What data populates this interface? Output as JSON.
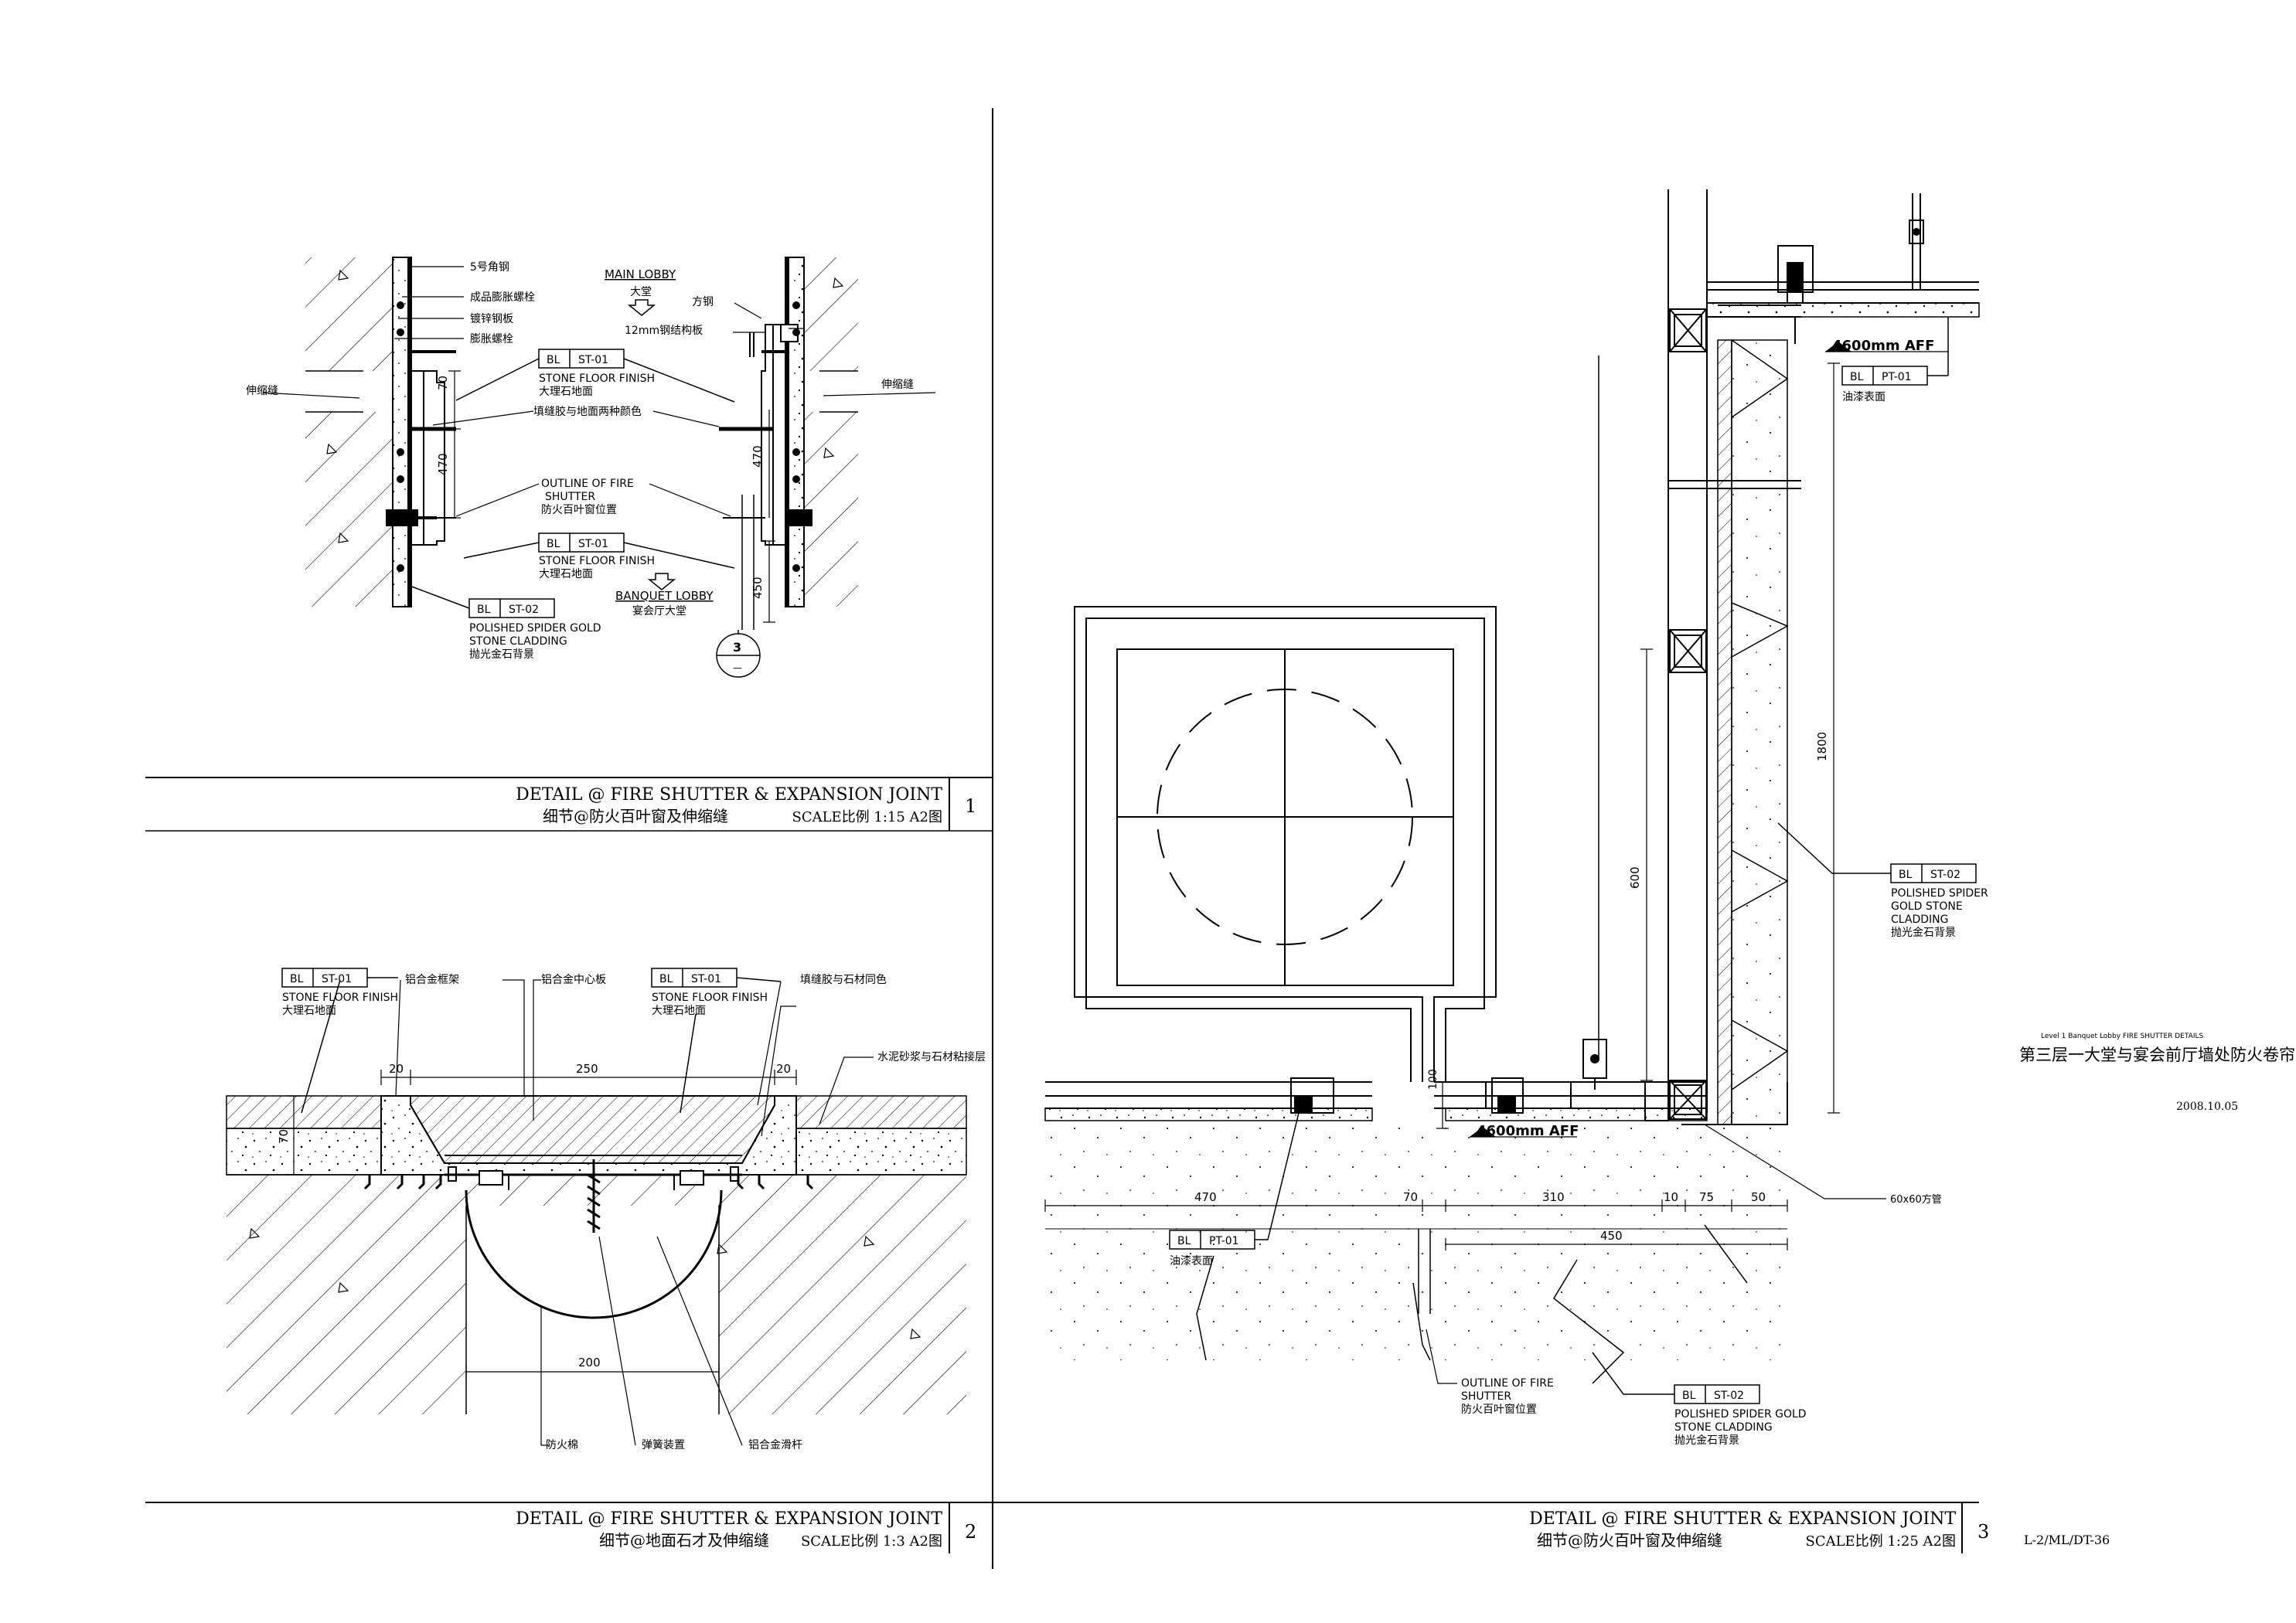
{
  "detail1": {
    "main_lobby_en": "MAIN LOBBY",
    "main_lobby_cn": "大堂",
    "banquet_lobby_en": "BANQUET LOBBY",
    "banquet_lobby_cn": "宴会厅大堂",
    "left_notes": [
      "5号角钢",
      "成品膨胀螺栓",
      "镀锌钢板",
      "膨胀螺栓"
    ],
    "right_note_steel": "方钢",
    "right_note_plate": "12mm钢结构板",
    "expansion_joint_left": "伸缩缝",
    "expansion_joint_right": "伸缩缝",
    "sealant_note": "填缝胶与地面两种颜色",
    "tag1_code": "BL",
    "tag1_ref": "ST-01",
    "tag1_en": "STONE FLOOR FINISH",
    "tag1_cn": "大理石地面",
    "outline_en1": "OUTLINE OF FIRE",
    "outline_en2": "SHUTTER",
    "outline_cn": "防火百叶窗位置",
    "tag2_code": "BL",
    "tag2_ref": "ST-01",
    "tag2_en": "STONE FLOOR FINISH",
    "tag2_cn": "大理石地面",
    "tag3_code": "BL",
    "tag3_ref": "ST-02",
    "tag3_en1": "POLISHED SPIDER GOLD",
    "tag3_en2": "STONE CLADDING",
    "tag3_cn": "抛光金石背景",
    "dim_70": "70",
    "dim_470_l": "470",
    "dim_470_r": "470",
    "dim_450": "450",
    "callout_num": "3",
    "callout_sub": "—"
  },
  "detail2": {
    "tagA_code": "BL",
    "tagA_ref": "ST-01",
    "tagA_en": "STONE FLOOR FINISH",
    "tagA_cn": "大理石地面",
    "tagB_code": "BL",
    "tagB_ref": "ST-01",
    "tagB_en": "STONE FLOOR FINISH",
    "tagB_cn": "大理石地面",
    "note_frame": "铝合金框架",
    "note_center": "铝合金中心板",
    "note_sealant": "填缝胶与石材同色",
    "note_mortar": "水泥砂浆与石材粘接层",
    "note_fire": "防火棉",
    "note_spring": "弹簧装置",
    "note_slide": "铝合金滑杆",
    "dim_20a": "20",
    "dim_250": "250",
    "dim_20b": "20",
    "dim_70": "70",
    "dim_200": "200"
  },
  "detail3": {
    "level": "4600mm AFF",
    "level2": "4600mm AFF",
    "pt_code": "BL",
    "pt_ref": "PT-01",
    "pt_cn": "油漆表面",
    "pt2_code": "BL",
    "pt2_ref": "PT-01",
    "pt2_cn": "油漆表面",
    "st_code": "BL",
    "st_ref": "ST-02",
    "st_en1": "POLISHED SPIDER",
    "st_en2": "GOLD STONE",
    "st_en3": "CLADDING",
    "st_cn": "抛光金石背景",
    "st2_code": "BL",
    "st2_ref": "ST-02",
    "st2_en1": "POLISHED SPIDER GOLD",
    "st2_en2": "STONE CLADDING",
    "st2_cn": "抛光金石背景",
    "outline_en1": "OUTLINE OF FIRE",
    "outline_en2": "SHUTTER",
    "outline_cn": "防火百叶窗位置",
    "steel_note": "60x60方管",
    "dim_1800": "1800",
    "dim_600": "600",
    "dim_100": "100",
    "dim_470": "470",
    "dim_70": "70",
    "dim_310": "310",
    "dim_10": "10",
    "dim_75": "75",
    "dim_50": "50",
    "dim_450": "450"
  },
  "side": {
    "small": "Level 1  Banquet Lobby FIRE SHUTTER DETAILS",
    "title_cn": "第三层一大堂与宴会前厅墙处防火卷帘",
    "date": "2008.10.05"
  },
  "titles": {
    "t1_en": "DETAIL @ FIRE SHUTTER & EXPANSION JOINT",
    "t1_cn": "细节@防火百叶窗及伸缩缝",
    "t1_scale": "SCALE比例 1:15 A2图",
    "t1_num": "1",
    "t2_en": "DETAIL @ FIRE SHUTTER & EXPANSION JOINT",
    "t2_cn": "细节@地面石才及伸缩缝",
    "t2_scale": "SCALE比例 1:3 A2图",
    "t2_num": "2",
    "t3_en": "DETAIL @ FIRE SHUTTER & EXPANSION JOINT",
    "t3_cn": "细节@防火百叶窗及伸缩缝",
    "t3_scale": "SCALE比例 1:25 A2图",
    "t3_num": "3",
    "sheet": "L-2/ML/DT-36"
  }
}
